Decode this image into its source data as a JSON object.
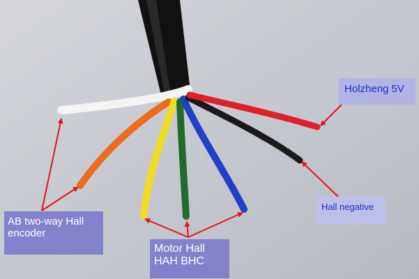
{
  "labels": {
    "power": "Holzheng 5V",
    "hall_negative": "Hall negative",
    "encoder_line1": "AB two-way Hall",
    "encoder_line2": "encoder",
    "motor_line1": "Motor Hall",
    "motor_line2": "HAH BHC"
  },
  "colors": {
    "background": "#c9cbd2",
    "cable_jacket": "#111111",
    "annotation_arrow": "#e0141c",
    "label_text_blue": "#1f2bd0",
    "wire_white": "#f4f4f2",
    "wire_orange": "#ee6a1c",
    "wire_yellow": "#f2dd20",
    "wire_green": "#1f6b2e",
    "wire_blue": "#2040c8",
    "wire_black": "#1a1a1a",
    "wire_red": "#e02028"
  }
}
